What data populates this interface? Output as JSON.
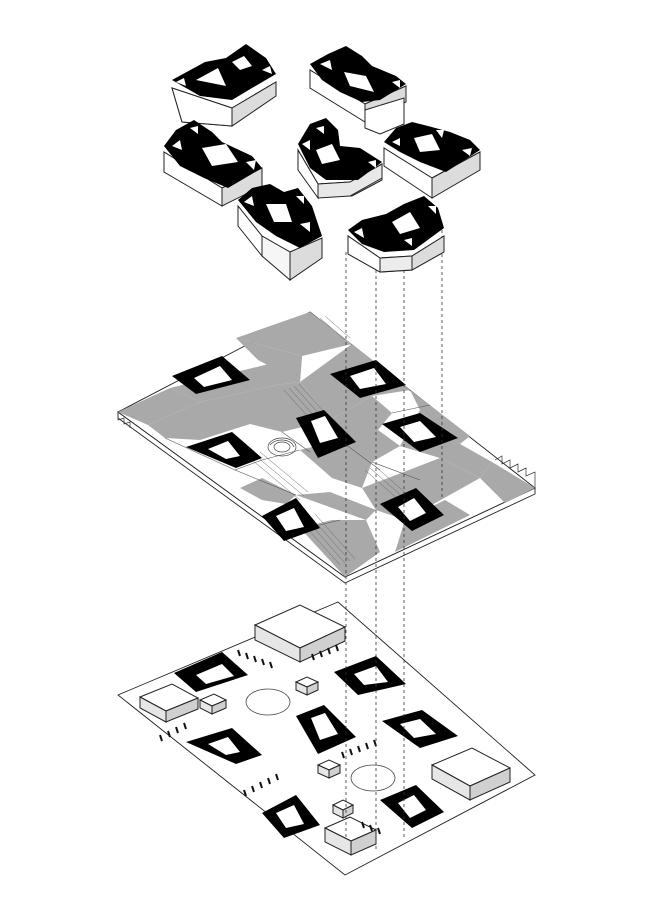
{
  "colors": {
    "background": "#ffffff",
    "core_black": "#000000",
    "plaza_grey": "#a8a8a8",
    "wall_white": "#f2f2f2",
    "wall_shadow": "#d9d9d9",
    "line": "#222222"
  },
  "layers": [
    {
      "name": "tower-volumes",
      "count": 7
    },
    {
      "name": "podium-roof-plan",
      "count": 7
    },
    {
      "name": "ground-plan",
      "count": 7
    }
  ]
}
